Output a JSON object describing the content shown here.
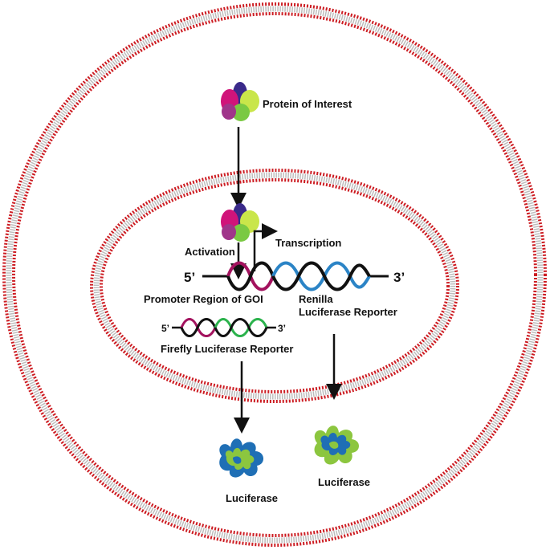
{
  "labels": {
    "protein_of_interest": "Protein of Interest",
    "activation": "Activation",
    "transcription": "Transcription",
    "five_prime_main": "5’",
    "three_prime_main": "3’",
    "promoter_region": "Promoter Region of GOI",
    "renilla_line1": "Renilla",
    "renilla_line2": "Luciferase Reporter",
    "five_prime_small": "5’",
    "three_prime_small": "3’",
    "firefly": "Firefly Luciferase Reporter",
    "luciferase_left": "Luciferase",
    "luciferase_right": "Luciferase"
  },
  "colors": {
    "membrane_red": "#cc1c22",
    "membrane_gray": "#bdbdbd",
    "promoter_magenta": "#a3125e",
    "renilla_blue": "#2b84c6",
    "firefly_green": "#2bb24c",
    "luciferase_blue": "#1f6fb5",
    "luciferase_green": "#8cc63f",
    "arrow": "#111111"
  }
}
